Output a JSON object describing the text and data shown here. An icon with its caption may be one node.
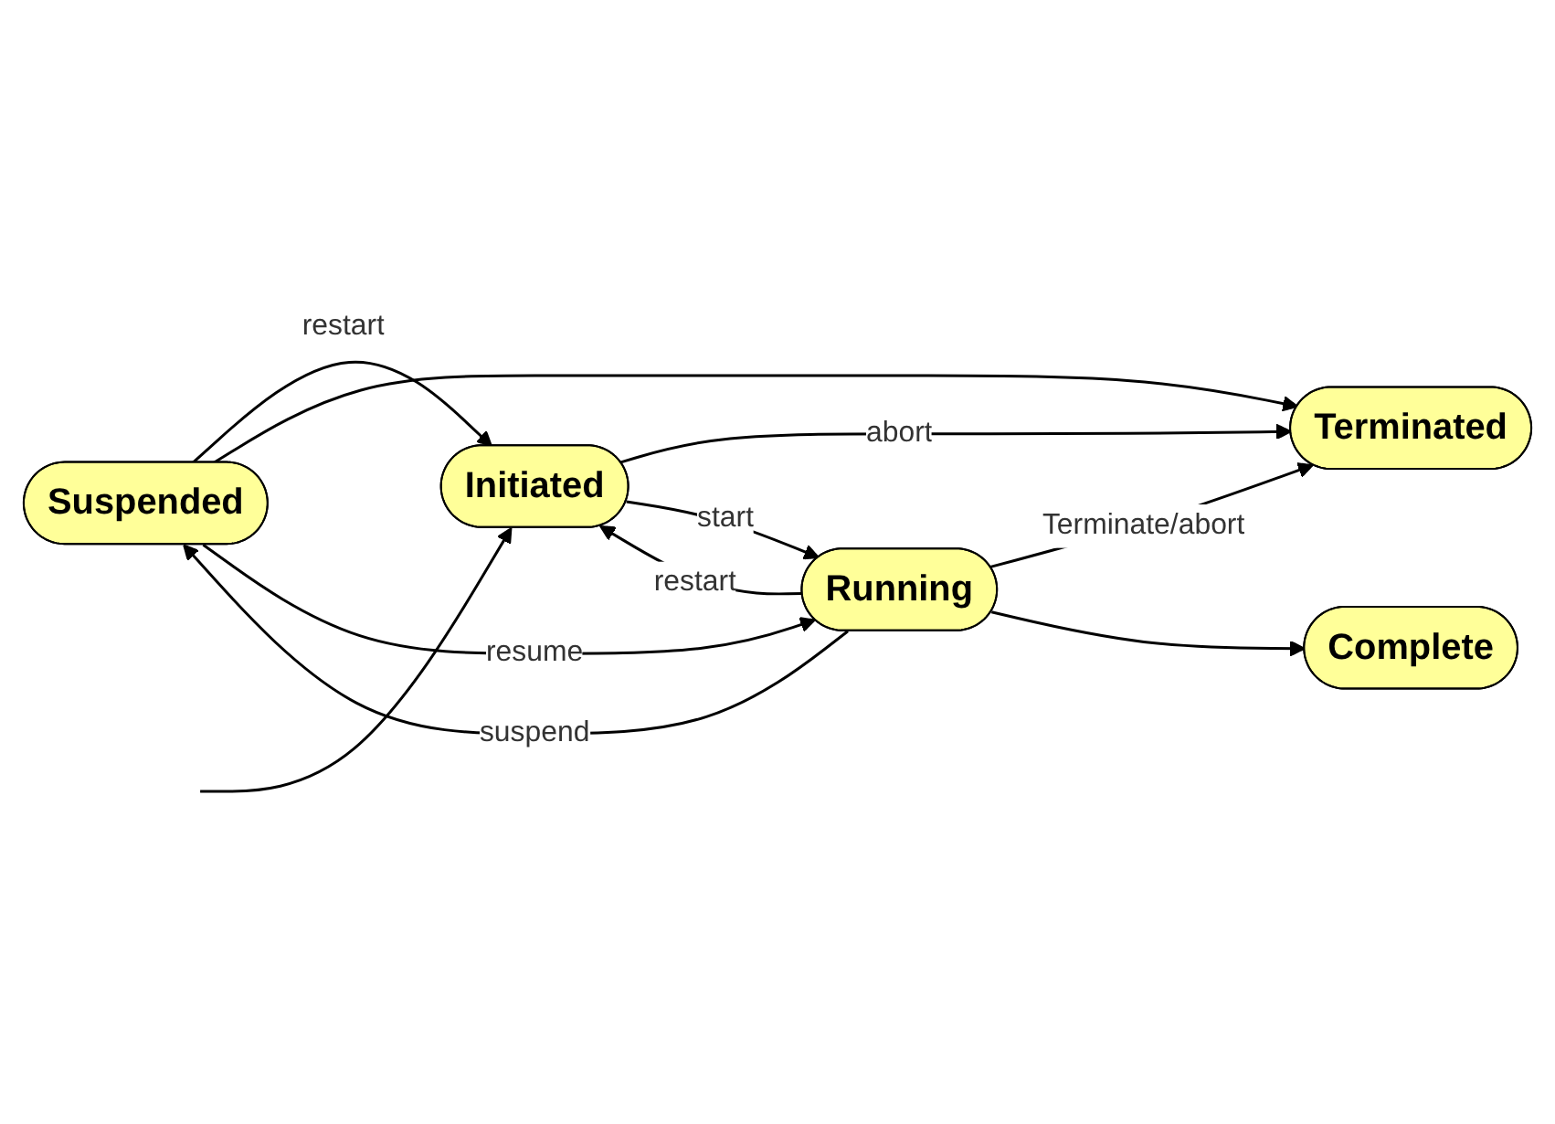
{
  "diagram": {
    "nodes": [
      {
        "text": [
          "Suspended"
        ]
      },
      {
        "text": [
          "Terminated"
        ]
      },
      {
        "text": [
          "Initiated"
        ]
      },
      {
        "text": [
          "Running"
        ]
      },
      {
        "text": [
          "Complete"
        ]
      }
    ],
    "edges": [
      {
        "from": null,
        "to": 2,
        "arrow": "to"
      },
      {
        "from": 2,
        "to": 1,
        "arrow": "to",
        "label": "abort"
      },
      {
        "from": 0,
        "to": 2,
        "arrow": "to",
        "label": "restart"
      },
      {
        "from": 0,
        "to": 1,
        "arrow": "to"
      },
      {
        "from": 0,
        "to": 3,
        "arrow": "to",
        "label": "resume"
      },
      {
        "from": 2,
        "to": 3,
        "arrow": "to",
        "label": "start"
      },
      {
        "from": 3,
        "to": 2,
        "arrow": "to",
        "label": "restart"
      },
      {
        "from": 3,
        "to": 0,
        "arrow": "to",
        "label": "suspend"
      },
      {
        "from": 3,
        "to": 1,
        "arrow": "to",
        "label": "Terminate/abort"
      },
      {
        "from": 3,
        "to": 4,
        "arrow": "to"
      }
    ]
  }
}
